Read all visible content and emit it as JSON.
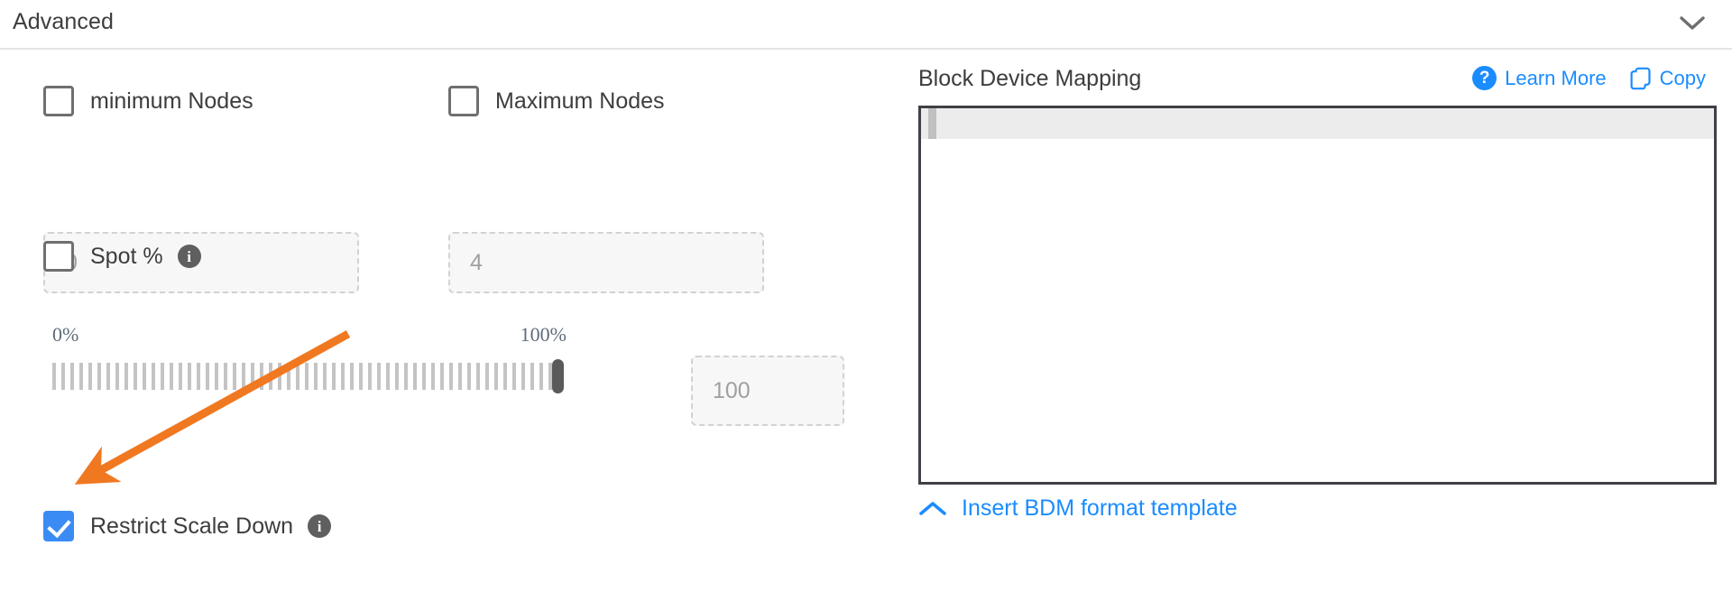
{
  "section": {
    "title": "Advanced",
    "collapse_icon": "chevron-down-icon"
  },
  "left": {
    "min_nodes": {
      "label": "minimum Nodes",
      "checked": false,
      "input_placeholder": "0"
    },
    "max_nodes": {
      "label": "Maximum Nodes",
      "checked": false,
      "input_placeholder": "4"
    },
    "spot_percent": {
      "label": "Spot %",
      "checked": false,
      "info_icon": "info-icon",
      "info_glyph": "i"
    },
    "slider": {
      "min_label": "0%",
      "max_label": "100%",
      "value": 100,
      "value_input_placeholder": "100"
    },
    "restrict_scale_down": {
      "label": "Restrict Scale Down",
      "checked": true,
      "info_icon": "info-icon",
      "info_glyph": "i"
    }
  },
  "right": {
    "title": "Block Device Mapping",
    "learn_more": {
      "label": "Learn More",
      "icon": "question-circle-icon",
      "icon_glyph": "?"
    },
    "copy": {
      "label": "Copy",
      "icon": "copy-icon"
    },
    "editor": {
      "content": "",
      "cursor_visible": true
    },
    "insert_template": {
      "label": "Insert BDM format template",
      "icon": "chevron-up-icon"
    }
  },
  "annotation": {
    "type": "arrow",
    "color": "#f07820",
    "points_to": "restrict-scale-down-checkbox"
  },
  "colors": {
    "accent_blue": "#1a8cff",
    "checkbox_blue": "#3b8bf5",
    "annotation_orange": "#f07820",
    "text_dark": "#3d3d3d",
    "text_muted": "#a0a0a0"
  }
}
